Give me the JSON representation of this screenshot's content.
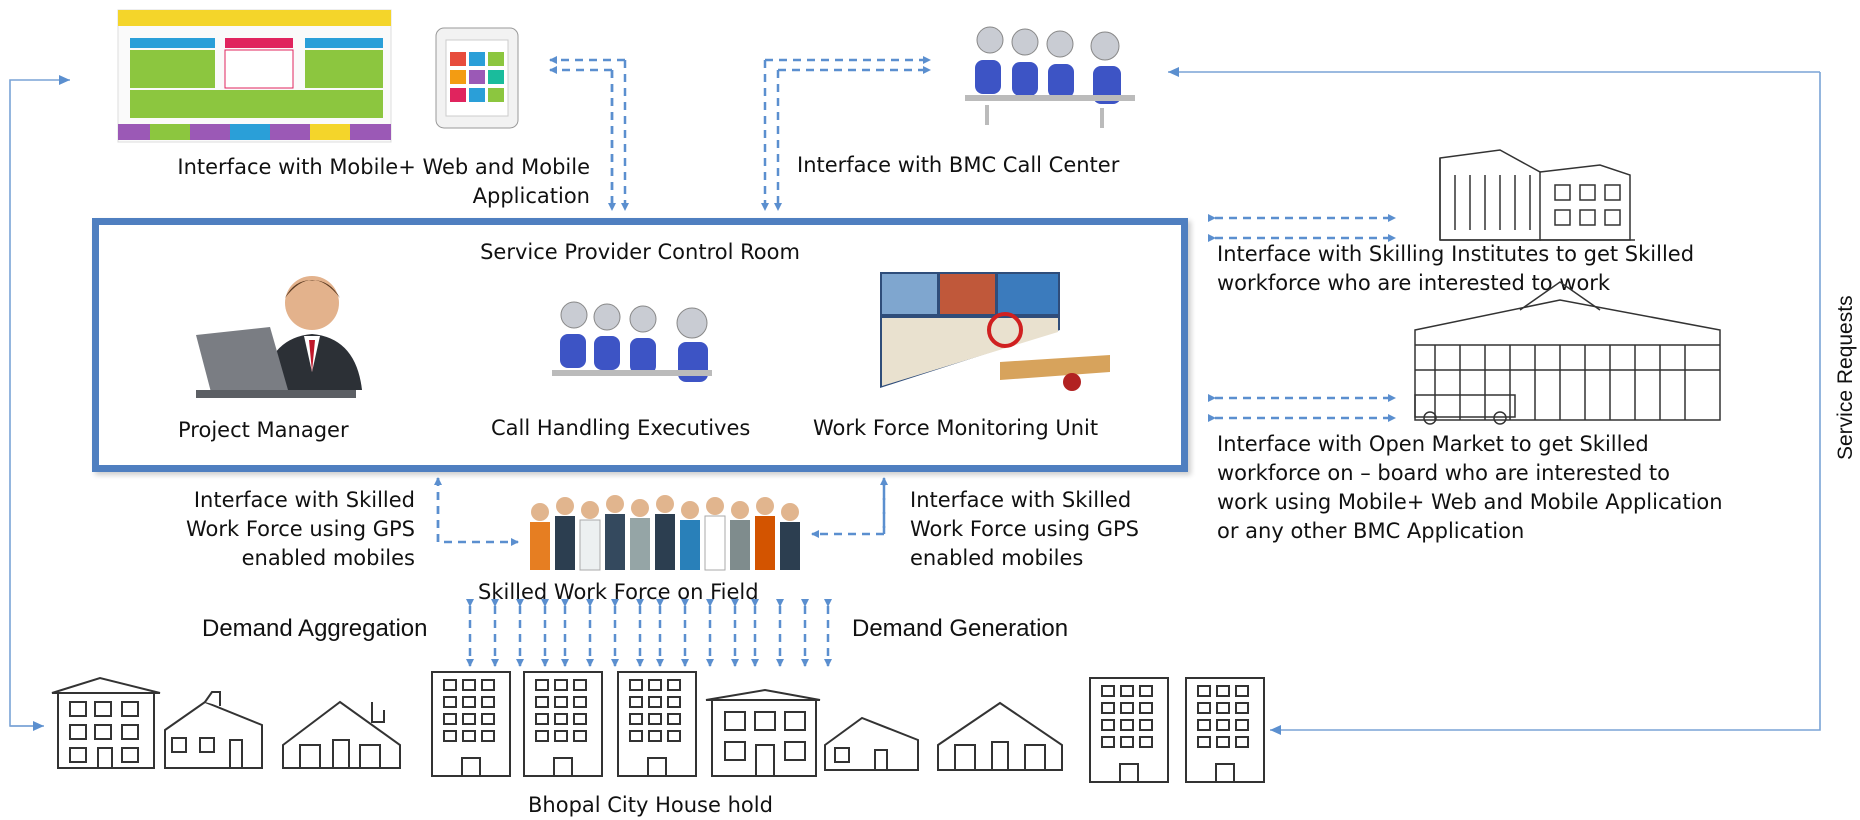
{
  "labels": {
    "mobile_web_interface": [
      "Interface with Mobile+ Web and Mobile",
      "Application"
    ],
    "bmc_call_center": "Interface with BMC Call Center",
    "control_room": "Service Provider Control Room",
    "project_manager": "Project Manager",
    "call_handling": "Call Handling Executives",
    "monitoring_unit": "Work Force Monitoring Unit",
    "skilling_institutes": [
      "Interface with Skilling Institutes to get Skilled",
      "workforce who are interested to work"
    ],
    "open_market": [
      "Interface with Open Market to get Skilled",
      "workforce on – board who are interested to",
      "work using Mobile+ Web and Mobile Application",
      "or any other BMC Application"
    ],
    "gps_left": [
      "Interface with Skilled",
      "Work Force using GPS",
      "enabled mobiles"
    ],
    "gps_right": [
      "Interface with Skilled",
      "Work Force using GPS",
      "enabled mobiles"
    ],
    "skilled_field": "Skilled Work Force on Field",
    "demand_aggregation": "Demand Aggregation",
    "demand_generation": "Demand Generation",
    "household": "Bhopal City House hold",
    "service_requests": "Service Requests"
  },
  "colors": {
    "frame": "#4f7fc0",
    "arrow": "#5b8fcf",
    "sketch": "#333333"
  },
  "icons": [
    "website-screenshot",
    "phone-app",
    "call-center-operators",
    "manager-laptop",
    "monitoring-wall",
    "workforce-crowd",
    "school-building",
    "market-building",
    "house",
    "apartment"
  ]
}
